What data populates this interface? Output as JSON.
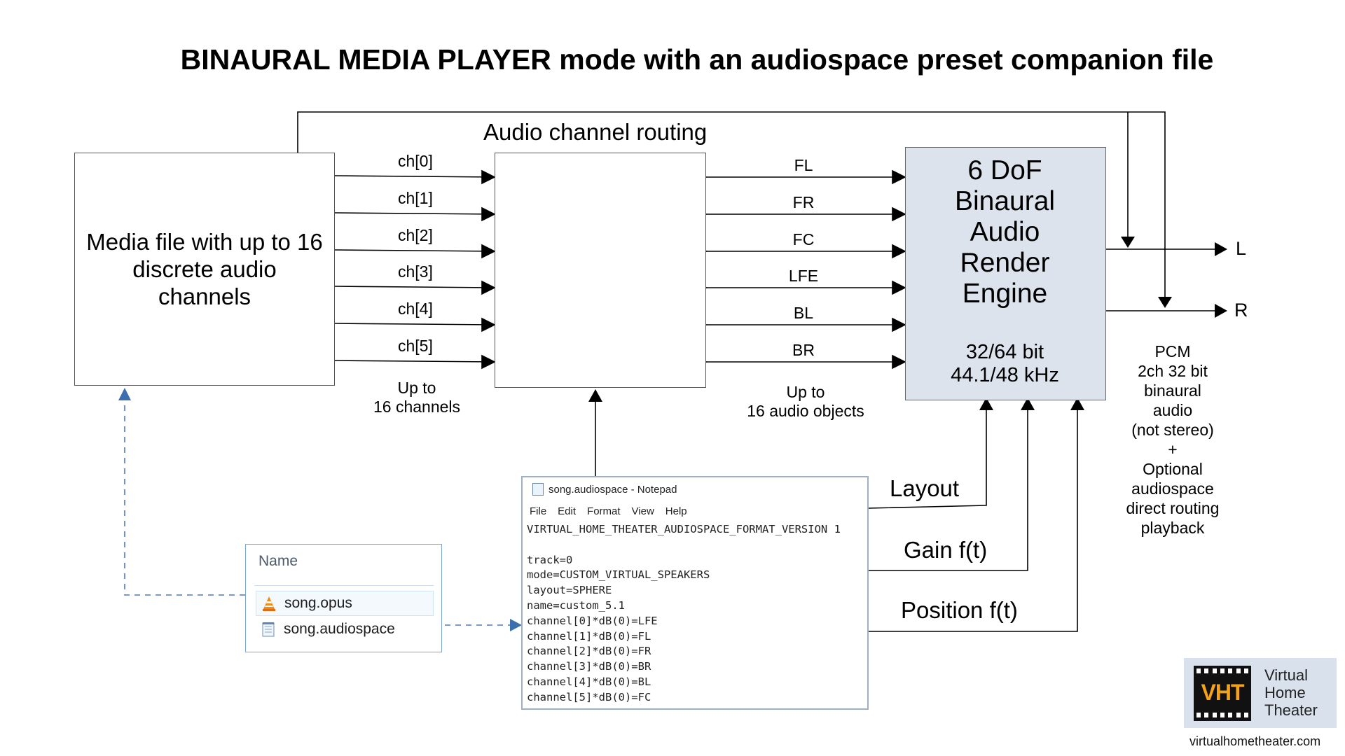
{
  "title": "BINAURAL MEDIA PLAYER mode with an audiospace preset companion file",
  "media_box": "Media file with up to 16 discrete audio channels",
  "routing": {
    "title": "Audio channel routing",
    "inputs": [
      "ch[0]",
      "ch[1]",
      "ch[2]",
      "ch[3]",
      "ch[4]",
      "ch[5]"
    ],
    "outputs": [
      "FL",
      "FR",
      "FC",
      "LFE",
      "BL",
      "BR"
    ],
    "mapping": [
      "LFE",
      "FL",
      "FR",
      "BR",
      "BL",
      "FC"
    ],
    "inputs_note_1": "Up to",
    "inputs_note_2": "16 channels",
    "outputs_note_1": "Up to",
    "outputs_note_2": "16 audio objects"
  },
  "engine": {
    "title_lines": [
      "6 DoF",
      "Binaural",
      "Audio",
      "Render",
      "Engine"
    ],
    "bits": "32/64 bit",
    "rate": "44.1/48 kHz"
  },
  "outputs": {
    "left": "L",
    "right": "R"
  },
  "pcm_note": [
    "PCM",
    "2ch 32 bit",
    "binaural",
    "audio",
    "(not stereo)",
    "+",
    "Optional",
    "audiospace",
    "direct routing",
    "playback"
  ],
  "controls": {
    "layout": "Layout",
    "gain": "Gain f(t)",
    "position": "Position f(t)"
  },
  "explorer": {
    "header": "Name",
    "files": [
      {
        "name": "song.opus",
        "icon": "vlc-cone-icon"
      },
      {
        "name": "song.audiospace",
        "icon": "notepad-file-icon"
      }
    ]
  },
  "notepad": {
    "title": "song.audiospace - Notepad",
    "menu": [
      "File",
      "Edit",
      "Format",
      "View",
      "Help"
    ],
    "lines": [
      "VIRTUAL_HOME_THEATER_AUDIOSPACE_FORMAT_VERSION 1",
      "",
      "track=0",
      "mode=CUSTOM_VIRTUAL_SPEAKERS",
      "layout=SPHERE",
      "name=custom_5.1",
      "channel[0]*dB(0)=LFE",
      "channel[1]*dB(0)=FL",
      "channel[2]*dB(0)=FR",
      "channel[3]*dB(0)=BR",
      "channel[4]*dB(0)=BL",
      "channel[5]*dB(0)=FC"
    ]
  },
  "logo": {
    "mark": "VHT",
    "lines": [
      "Virtual",
      "Home",
      "Theater"
    ],
    "url": "virtualhometheater.com"
  },
  "colors": {
    "engine_fill": "#dce3ec",
    "dashed_link": "#4a7ab8",
    "logo_accent": "#f5a21b"
  }
}
